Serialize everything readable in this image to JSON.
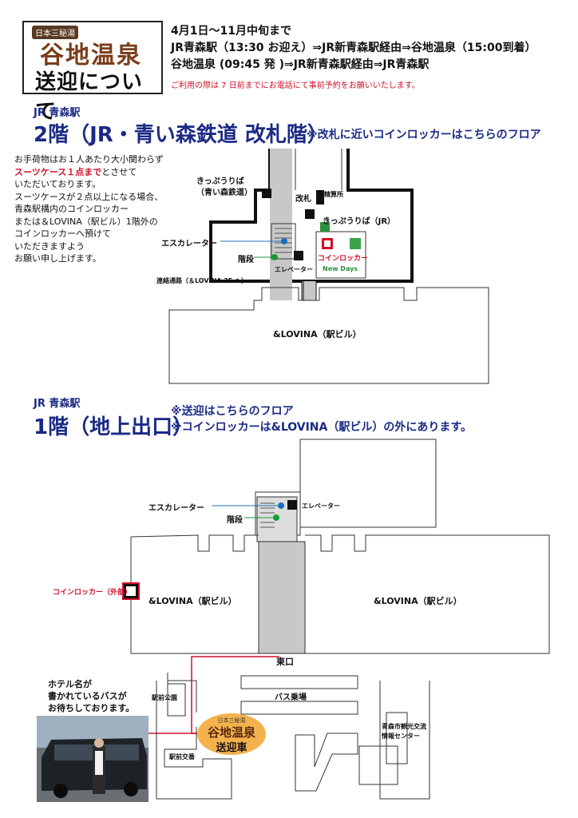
{
  "header": {
    "logo_small": "日本三秘湯",
    "logo_big": "谷地温泉",
    "logo_sub": "送迎について",
    "line1": "4月1日〜11月中旬まで",
    "line2": "JR青森駅（13:30 お迎え）⇒JR新青森駅経由⇒谷地温泉（15:00到着）",
    "line3": "谷地温泉 (09:45 発 )⇒JR新青森駅経由⇒JR青森駅",
    "note": "ご利用の際は 7 日前までにお電話にて事前予約をお願いいたします。"
  },
  "floor2": {
    "label": "JR 青森駅",
    "title": "2階（JR・青い森鉄道 改札階）",
    "note": "※改札に近いコインロッカーはこちらのフロア",
    "luggage": {
      "l1": "お手荷物はお１人あたり大小関わらず",
      "l2_red": "スーツケース１点まで",
      "l2_rest": "とさせて",
      "l3": "いただいております。",
      "l4": "スーツケースが２点以上になる場合、",
      "l5": "青森駅構内のコインロッカー",
      "l6": "または＆LOVINA（駅ビル）1階外の",
      "l7": "コインロッカーへ預けて",
      "l8": "いただきますよう",
      "l9": "お願い申し上げます。"
    },
    "map": {
      "ticket_aoimori": "きっぷうりば",
      "ticket_aoimori2": "（青い森鉄道）",
      "gate": "改札",
      "fare": "精算所",
      "ticket_jr": "きっぷうりば（JR）",
      "escalator": "エスカレーター",
      "stairs": "階段",
      "elevator": "エレベーター",
      "locker": "コインロッカー",
      "newdays": "New Days",
      "passage": "連絡通路（＆LOVINA 3F へ）",
      "building": "&LOVINA（駅ビル）"
    }
  },
  "floor1": {
    "label": "JR 青森駅",
    "title": "1階（地上出口）",
    "note1": "※送迎はこちらのフロア",
    "note2": "※コインロッカーは&LOVINA（駅ビル）の外にあります。",
    "map": {
      "escalator": "エスカレーター",
      "stairs": "階段",
      "elevator": "エレベーター",
      "locker_outside": "コインロッカー（外部）",
      "building_left": "&LOVINA（駅ビル）",
      "building_right": "&LOVINA（駅ビル）",
      "east_exit": "東口",
      "park": "駅前公園",
      "bus_stop": "バス乗場",
      "koban": "駅前交番",
      "tourist_center_1": "青森市観光交流",
      "tourist_center_2": "情報センター"
    },
    "bus_caption_1": "ホテル名が",
    "bus_caption_2": "書かれているバスが",
    "bus_caption_3": "お待ちしております。",
    "badge_small": "日本三秘湯",
    "badge_big": "谷地温泉",
    "badge_sub": "送迎車"
  },
  "colors": {
    "title_blue": "#1b2a85",
    "note_red": "#d0102a",
    "corridor_gray": "#c8c8c8",
    "badge_orange": "#f3b24e",
    "brand_brown": "#7a3d1a",
    "locker_red": "#d0102a"
  },
  "icons": {
    "locker": "locker-icon",
    "elevator": "elevator-icon",
    "ticket": "ticket-machine-icon",
    "escalator": "escalator-icon",
    "stairs": "stairs-icon",
    "info": "info-icon"
  }
}
